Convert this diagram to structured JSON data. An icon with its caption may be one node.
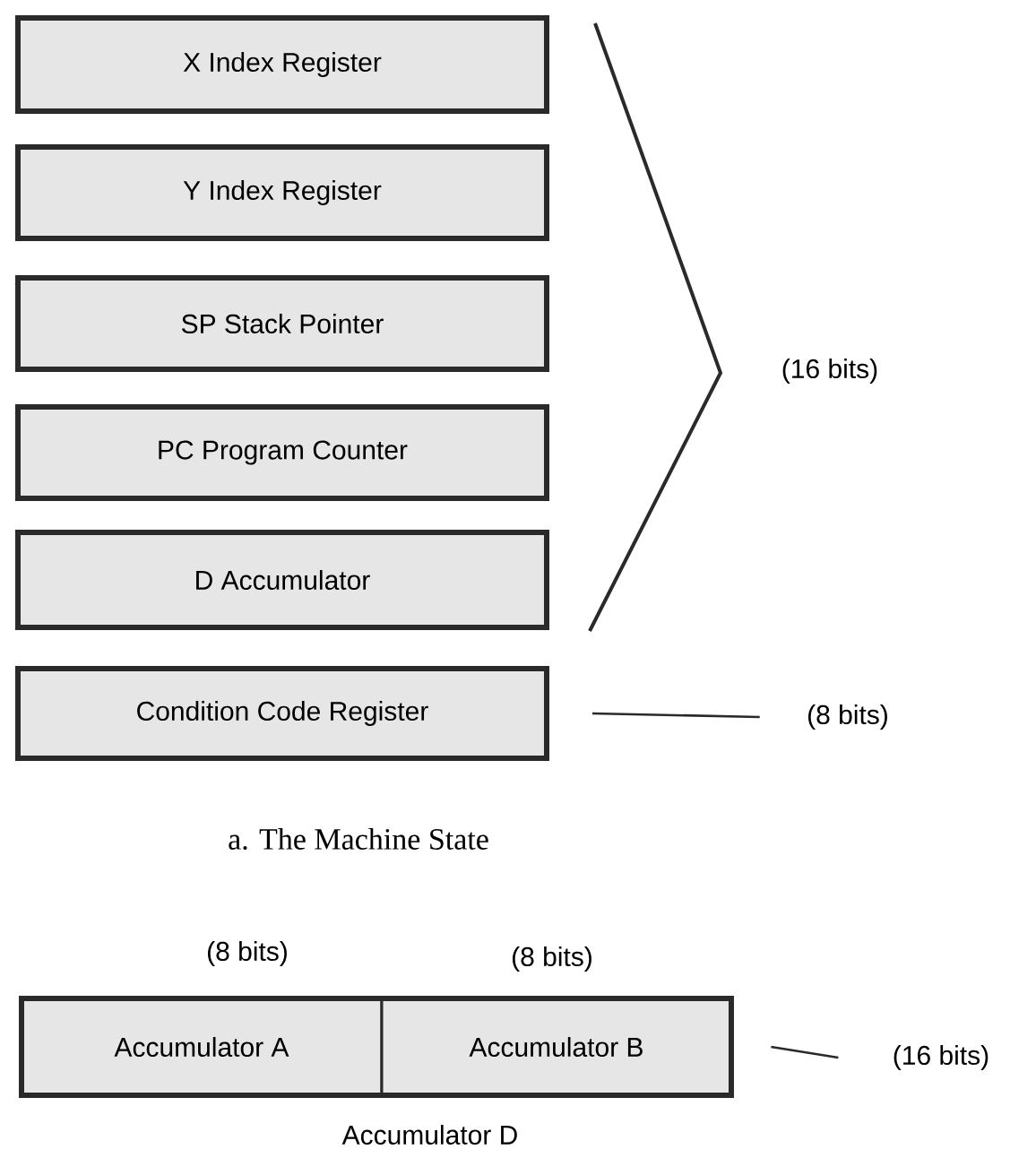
{
  "diagram": {
    "caption": "a. The Machine State",
    "nodes": [
      {
        "text": [
          "X Index Register"
        ]
      },
      {
        "text": [
          "Y Index Register"
        ]
      },
      {
        "text": [
          "SP Stack Pointer"
        ]
      },
      {
        "text": [
          "PC Program Counter"
        ]
      },
      {
        "text": [
          "D Accumulator"
        ]
      },
      {
        "text": [
          "Condition Code Register"
        ]
      },
      {
        "text": [
          "(8 bits)"
        ]
      },
      {
        "text": [
          "Accumulator D"
        ]
      },
      {
        "text": [
          "Accumulator A"
        ],
        "in": 7,
        "beside": [
          "(8 bits)"
        ]
      },
      {
        "text": [
          "Accumulator B"
        ],
        "in": 7,
        "beside": [
          "(8 bits)"
        ]
      },
      {
        "text": [
          "(16 bits)"
        ]
      }
    ],
    "edges": [
      {
        "from": 5,
        "to": 6,
        "arrow": "none"
      },
      {
        "from": 7,
        "to": 10,
        "arrow": "none"
      }
    ],
    "labels": [
      "(16 bits)"
    ]
  }
}
